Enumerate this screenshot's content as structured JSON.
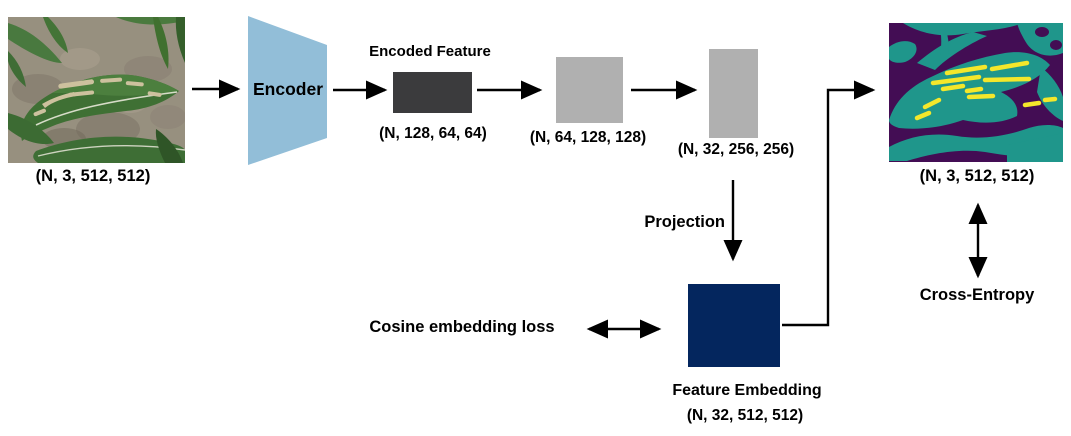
{
  "diagram": {
    "input": {
      "label": "(N, 3, 512, 512)",
      "description": "photo of corn leaf with gray leaf spot lesions on soil background"
    },
    "encoder": {
      "label": "Encoder",
      "color": "#92bed8"
    },
    "encoded_feature": {
      "title": "Encoded Feature",
      "shape": "(N, 128, 64, 64)",
      "color": "#3b3b3d"
    },
    "feature_map_1": {
      "shape": "(N, 64, 128, 128)",
      "color": "#b0b0b0"
    },
    "feature_map_2": {
      "shape": "(N, 32, 256, 256)",
      "color": "#b0b0b0"
    },
    "projection": {
      "label": "Projection"
    },
    "feature_embedding": {
      "title": "Feature Embedding",
      "shape": "(N, 32, 512, 512)",
      "color": "#04265e"
    },
    "cosine_loss": {
      "label": "Cosine embedding loss"
    },
    "output": {
      "label": "(N, 3, 512, 512)",
      "description": "segmentation mask: purple background, teal leaf, yellow lesions",
      "colors": {
        "background": "#430d54",
        "leaf": "#1f968b",
        "lesion": "#f4e72b"
      }
    },
    "cross_entropy": {
      "label": "Cross-Entropy"
    },
    "arrow_color": "#000000"
  }
}
